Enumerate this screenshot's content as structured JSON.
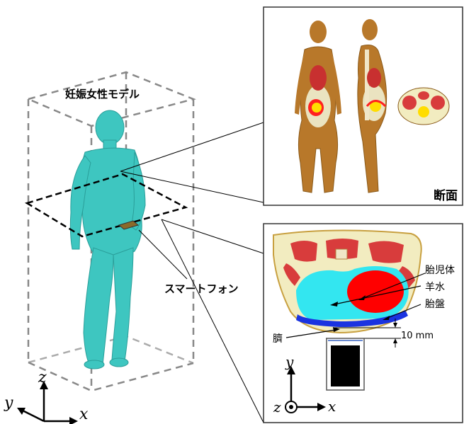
{
  "model_label": "妊娠女性モデル",
  "phone_label": "スマートフォン",
  "section_label": "断面",
  "fetus_label": "胎児体",
  "amniotic_label": "羊水",
  "placenta_label": "胎盤",
  "navel_label": "臍",
  "distance_label": "10 mm",
  "axis_main": {
    "x": "x",
    "y": "y",
    "z": "z"
  },
  "axis_inset": {
    "x": "x",
    "y": "y",
    "z": "z"
  },
  "colors": {
    "body": "#3ec6c0",
    "box_dash": "#808080",
    "fetus": "#ff0000",
    "amniotic": "#33e6f0",
    "placenta": "#1a33e0",
    "tissue": "#f2ecc0",
    "muscle": "#d83c3c",
    "skin": "#b8782a"
  }
}
